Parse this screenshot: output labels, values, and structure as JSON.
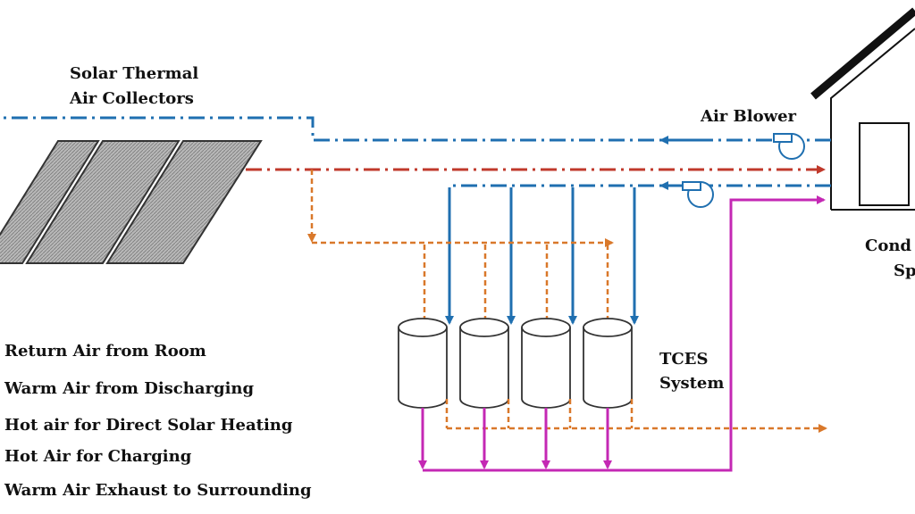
{
  "labels": {
    "collectors_line1": "Solar Thermal",
    "collectors_line2": "Air Collectors",
    "air_blower": "Air Blower",
    "tces_line1": "TCES",
    "tces_line2": "System",
    "conditioned_line1": "Cond",
    "conditioned_line2": "Sp"
  },
  "legend": [
    {
      "label": "Return Air from Room",
      "color": "#1f6fb0"
    },
    {
      "label": "Warm Air from Discharging",
      "color": "#1f6fb0"
    },
    {
      "label": "Hot air for Direct Solar Heating",
      "color": "#c0392b"
    },
    {
      "label": "Hot Air for Charging",
      "color": "#d9782a"
    },
    {
      "label": "Warm Air Exhaust to Surrounding",
      "color": "#c428b4"
    }
  ],
  "colors": {
    "return_air": "#1f6fb0",
    "direct_heating": "#c0392b",
    "charging": "#d9782a",
    "exhaust": "#c428b4",
    "collector_fill": "#a9a9a9"
  }
}
